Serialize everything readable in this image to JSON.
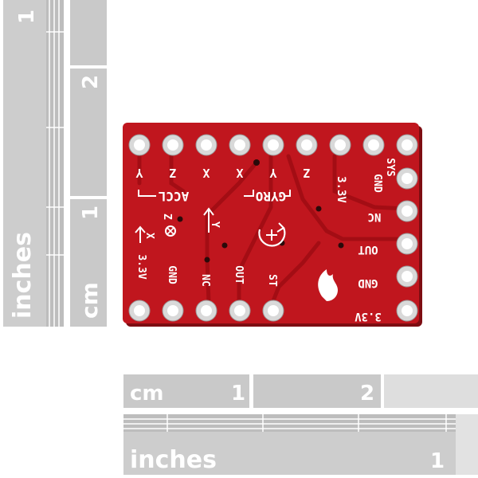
{
  "rulers": {
    "vertical": {
      "inches_label": "inches",
      "inch_number": "1",
      "cm_label": "cm",
      "cm_number_1": "1",
      "cm_number_2": "2"
    },
    "horizontal": {
      "cm_label": "cm",
      "cm_number_1": "1",
      "cm_number_2": "2",
      "inches_label": "inches",
      "inch_number": "1"
    }
  },
  "board": {
    "top_labels": [
      "Y",
      "Z",
      "X",
      "X",
      "Y",
      "Z"
    ],
    "accel_label": "ACCL",
    "gyro_label": "GYRO",
    "supply_top": "3.3V",
    "right_labels": [
      "SYS",
      "GND",
      "NC",
      "OUT",
      "GND",
      "3.3V"
    ],
    "bottom_labels": [
      "3.3V",
      "GND",
      "NC",
      "OUT",
      "ST"
    ],
    "axis_z": "Z",
    "axis_y": "Y",
    "axis_x": "X"
  },
  "colors": {
    "ruler_gray": "#c8c8c8",
    "pcb_red": "#c0161e",
    "trace_red": "#a30d14",
    "silkscreen": "#ffffff",
    "pad_silver": "#d9d9d9"
  }
}
